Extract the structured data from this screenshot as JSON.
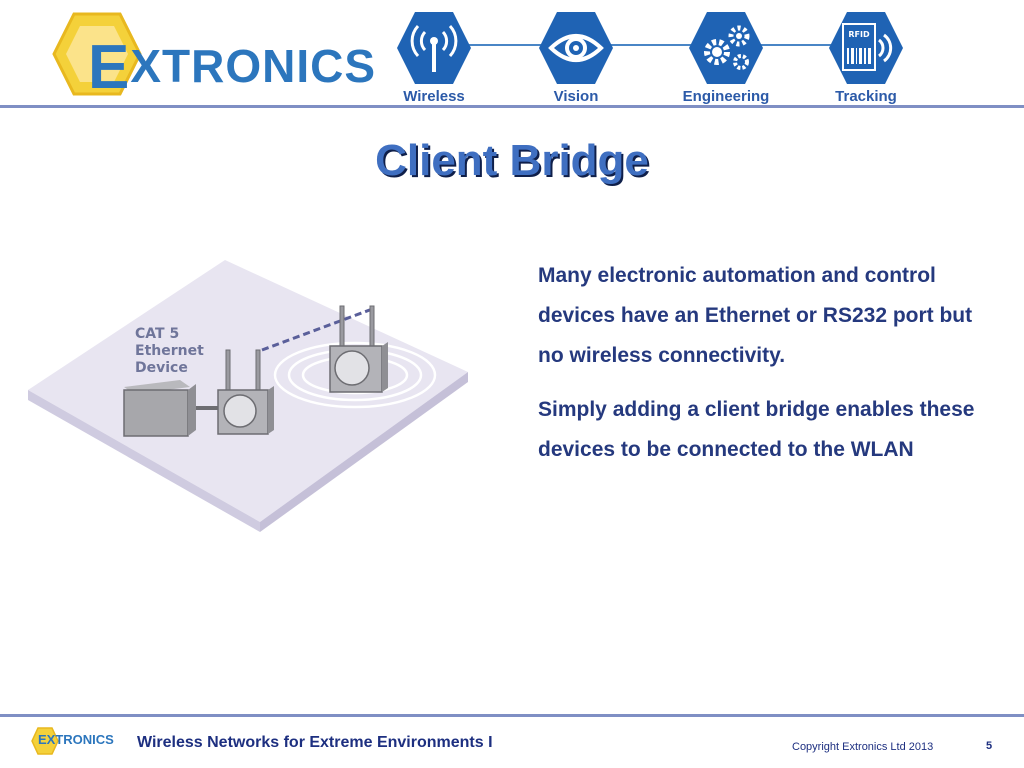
{
  "header": {
    "logo": {
      "text_initial": "E",
      "text_rest": "XTRONICS",
      "hex_color": "#f4d13a",
      "text_color": "#2c76bd"
    },
    "nav": [
      {
        "label": "Wireless",
        "icon": "wireless-antenna-icon"
      },
      {
        "label": "Vision",
        "icon": "eye-icon"
      },
      {
        "label": "Engineering",
        "icon": "gears-icon"
      },
      {
        "label": "Tracking",
        "icon": "rfid-tag-icon",
        "badge": "RFID"
      }
    ],
    "accent_color": "#1f63b4"
  },
  "slide": {
    "title": "Client Bridge",
    "diagram_label": [
      "CAT 5",
      "Ethernet",
      "Device"
    ],
    "paragraphs": [
      "Many electronic automation and control devices have an Ethernet or RS232 port but no wireless connectivity.",
      "Simply adding a client bridge enables these devices to be connected to the WLAN"
    ],
    "text_color": "#25397e"
  },
  "footer": {
    "logo_text": "EXTRONICS",
    "title": "Wireless Networks for Extreme Environments I",
    "copyright": "Copyright Extronics Ltd 2013",
    "page_number": "5"
  }
}
